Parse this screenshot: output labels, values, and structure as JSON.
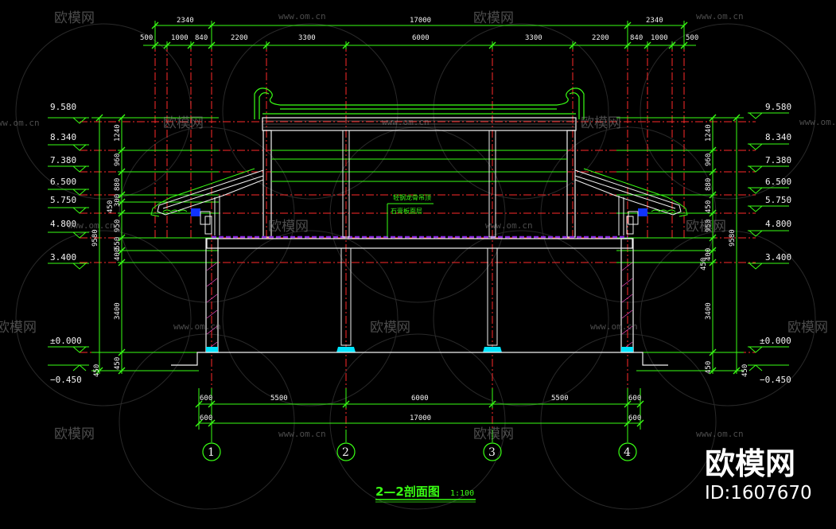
{
  "drawing": {
    "title": "2—2剖面图",
    "scale": "1:100",
    "notes": [
      "轻钢龙骨吊顶",
      "石膏板面层"
    ]
  },
  "dimensions": {
    "top_row1": [
      "2340",
      "17000",
      "2340"
    ],
    "top_row2": [
      "500",
      "1000",
      "840",
      "2200",
      "3300",
      "6000",
      "3300",
      "2200",
      "840",
      "1000",
      "500"
    ],
    "bottom_row1": [
      "600",
      "5500",
      "6000",
      "5500",
      "600"
    ],
    "bottom_row2": [
      "600",
      "17000",
      "600"
    ],
    "left_total": "9580",
    "left_segments": [
      "1240",
      "960",
      "880",
      "300",
      "450",
      "950",
      "550",
      "400",
      "3400",
      "450"
    ],
    "right_total": "9580",
    "right_segments": [
      "1240",
      "960",
      "880",
      "450",
      "950",
      "450",
      "400",
      "3400",
      "450"
    ]
  },
  "levels": [
    "9.580",
    "8.340",
    "7.380",
    "6.500",
    "5.750",
    "4.800",
    "3.400",
    "±0.000",
    "−0.450"
  ],
  "axes": [
    "1",
    "2",
    "3",
    "4"
  ],
  "watermark": {
    "brand": "欧模网",
    "url": "www.om.cn",
    "id": "ID:1607670"
  },
  "colors": {
    "dimension": "#39ff14",
    "axis_line": "#ff2a2a",
    "structure": "#39ff14",
    "ceiling": "#8a2be2",
    "column_base": "#00e5ff",
    "text": "#f2f2f2"
  }
}
